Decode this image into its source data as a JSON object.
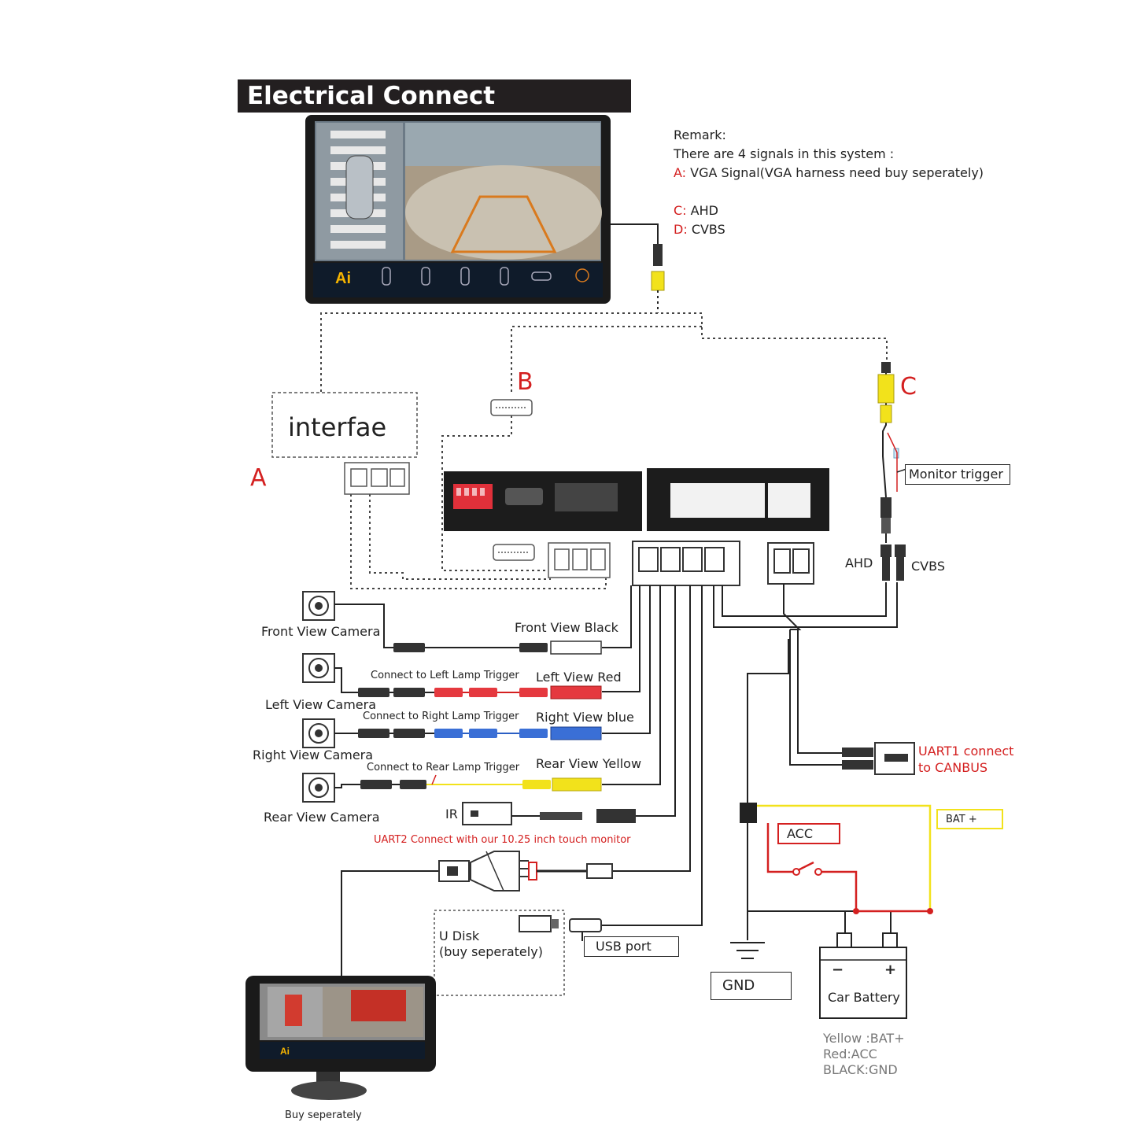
{
  "title": "Electrical Connect Instruction",
  "remark": {
    "heading": "Remark:",
    "intro": "There are 4 signals in this system :",
    "signals": [
      {
        "key": "A:",
        "text": "VGA Signal(VGA harness need buy seperately)"
      },
      {
        "key": "C:",
        "text": "AHD"
      },
      {
        "key": "D:",
        "text": "CVBS"
      }
    ]
  },
  "letters": {
    "a": "A",
    "b": "B",
    "c": "C"
  },
  "interface_box": "interfae",
  "monitor_trigger": "Monitor trigger",
  "ahd": "AHD",
  "cvbs": "CVBS",
  "cameras": {
    "front": "Front View Camera",
    "left": "Left View Camera",
    "right": "Right View Camera",
    "rear": "Rear View Camera"
  },
  "wires": {
    "front": "Front View Black",
    "left": "Left View Red",
    "right": "Right View blue",
    "rear": "Rear View Yellow"
  },
  "triggers": {
    "left": "Connect to Left Lamp Trigger",
    "right": "Connect to Right Lamp Trigger",
    "rear": "Connect to Rear Lamp Trigger"
  },
  "ir": "IR",
  "uart2": "UART2 Connect with our 10.25 inch touch monitor",
  "uart1": [
    "UART1 connect",
    "to CANBUS"
  ],
  "udisk": [
    "U Disk",
    "(buy seperately)"
  ],
  "usb_port": "USB port",
  "bat_plus": "BAT +",
  "acc": "ACC",
  "gnd": "GND",
  "battery": {
    "minus": "−",
    "plus": "+",
    "label": "Car Battery"
  },
  "legend": [
    "Yellow :BAT+",
    "Red:ACC",
    "BLACK:GND"
  ],
  "buy_seperately": "Buy seperately",
  "screen_logo": "Ai",
  "colors": {
    "red": "#d42020",
    "yellow": "#f2e21b",
    "blue": "#2b5fc4",
    "black": "#222222"
  }
}
